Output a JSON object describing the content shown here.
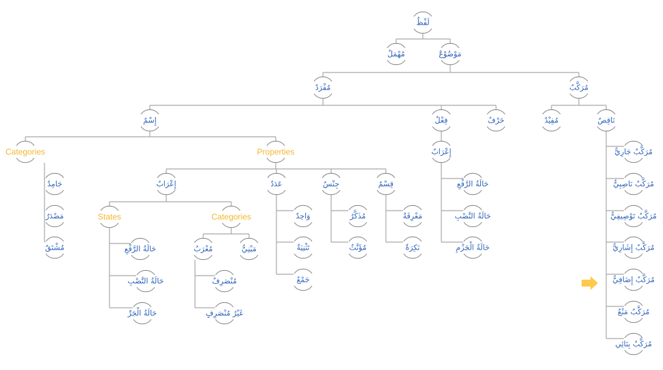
{
  "diagram": {
    "title": "لَفْظٌ",
    "colors": {
      "arabic_text": "#2e63b8",
      "english_text": "#f5b52e",
      "connector": "#a6a6a6",
      "arc": "#7f7f7f",
      "arrow": "#ffc94d"
    },
    "highlight_arrow": {
      "icon": "right-arrow-icon",
      "points_to": "n_idafi"
    },
    "nodes": [
      {
        "id": "root",
        "label": "لَفْظٌ",
        "lang": "ar",
        "parent": null
      },
      {
        "id": "muhmal",
        "label": "مُهْمَلٌ",
        "lang": "ar",
        "parent": "root"
      },
      {
        "id": "mawdu",
        "label": "مَوْضُوْعٌ",
        "lang": "ar",
        "parent": "root"
      },
      {
        "id": "mufrad",
        "label": "مُفْرَدٌ",
        "lang": "ar",
        "parent": "mawdu"
      },
      {
        "id": "murakkab",
        "label": "مُرَكَّبٌ",
        "lang": "ar",
        "parent": "mawdu"
      },
      {
        "id": "ism",
        "label": "إِسْمٌ",
        "lang": "ar",
        "parent": "mufrad"
      },
      {
        "id": "fil",
        "label": "فِعْلٌ",
        "lang": "ar",
        "parent": "mufrad"
      },
      {
        "id": "harf",
        "label": "حَرْفٌ",
        "lang": "ar",
        "parent": "mufrad"
      },
      {
        "id": "mufid",
        "label": "مُفِيْدٌ",
        "lang": "ar",
        "parent": "murakkab"
      },
      {
        "id": "naqis",
        "label": "نَاقِصٌ",
        "lang": "ar",
        "parent": "murakkab"
      },
      {
        "id": "ism_categories",
        "label": "Categories",
        "lang": "en",
        "parent": "ism"
      },
      {
        "id": "properties",
        "label": "Properties",
        "lang": "en",
        "parent": "ism"
      },
      {
        "id": "jamid",
        "label": "جَامِدٌ",
        "lang": "ar",
        "parent": "ism_categories"
      },
      {
        "id": "masdar",
        "label": "مَصْدَرٌ",
        "lang": "ar",
        "parent": "ism_categories"
      },
      {
        "id": "mushtaq",
        "label": "مُشْتَقٌ",
        "lang": "ar",
        "parent": "ism_categories"
      },
      {
        "id": "irab",
        "label": "إِعْرَابٌ",
        "lang": "ar",
        "parent": "properties"
      },
      {
        "id": "adad",
        "label": "عَدَدٌ",
        "lang": "ar",
        "parent": "properties"
      },
      {
        "id": "jins",
        "label": "جِنْسٌ",
        "lang": "ar",
        "parent": "properties"
      },
      {
        "id": "qism",
        "label": "قِسْمٌ",
        "lang": "ar",
        "parent": "properties"
      },
      {
        "id": "states",
        "label": "States",
        "lang": "en",
        "parent": "irab"
      },
      {
        "id": "irab_categories",
        "label": "Categories",
        "lang": "en",
        "parent": "irab"
      },
      {
        "id": "raf",
        "label": "حَالَةُ الرَّفْعِ",
        "lang": "ar",
        "parent": "states"
      },
      {
        "id": "nasb",
        "label": "حَالَةُ النَّصْبِ",
        "lang": "ar",
        "parent": "states"
      },
      {
        "id": "jarr",
        "label": "حَالَةُ الْجَرِّ",
        "lang": "ar",
        "parent": "states"
      },
      {
        "id": "murab",
        "label": "مُعْرَبٌ",
        "lang": "ar",
        "parent": "irab_categories"
      },
      {
        "id": "mabni",
        "label": "مَبْنِيٌّ",
        "lang": "ar",
        "parent": "irab_categories"
      },
      {
        "id": "munsarif",
        "label": "مُنْصَرِفٌ",
        "lang": "ar",
        "parent": "murab"
      },
      {
        "id": "ghayr_munsarif",
        "label": "غَيْرُ مُنْصَرِفٍ",
        "lang": "ar",
        "parent": "murab"
      },
      {
        "id": "wahid",
        "label": "وَاحِدٌ",
        "lang": "ar",
        "parent": "adad"
      },
      {
        "id": "tathniya",
        "label": "تَثْنِيَةٌ",
        "lang": "ar",
        "parent": "adad"
      },
      {
        "id": "jam",
        "label": "جَمْعٌ",
        "lang": "ar",
        "parent": "adad"
      },
      {
        "id": "mudhakkar",
        "label": "مُذَكَّرٌ",
        "lang": "ar",
        "parent": "jins"
      },
      {
        "id": "muannath",
        "label": "مُؤَنَّثٌ",
        "lang": "ar",
        "parent": "jins"
      },
      {
        "id": "marifa",
        "label": "مَعْرِفَةٌ",
        "lang": "ar",
        "parent": "qism"
      },
      {
        "id": "nakira",
        "label": "نَكِرَةٌ",
        "lang": "ar",
        "parent": "qism"
      },
      {
        "id": "fil_irab",
        "label": "إِعْرَابٌ",
        "lang": "ar",
        "parent": "fil"
      },
      {
        "id": "fil_raf",
        "label": "حَالَةُ الرَّفْعِ",
        "lang": "ar",
        "parent": "fil_irab"
      },
      {
        "id": "fil_nasb",
        "label": "حَالَةُ النَّصْبِ",
        "lang": "ar",
        "parent": "fil_irab"
      },
      {
        "id": "fil_jazm",
        "label": "حَالَةُ الْجَزْمِ",
        "lang": "ar",
        "parent": "fil_irab"
      },
      {
        "id": "n_jari",
        "label": "مُرَكَّبٌ جَارِيٌّ",
        "lang": "ar",
        "parent": "naqis"
      },
      {
        "id": "n_nasibi",
        "label": "مُرَكَّبٌ نَاصِبِيٌّ",
        "lang": "ar",
        "parent": "naqis"
      },
      {
        "id": "n_tawsifi",
        "label": "مُرَكَّبٌ تَوْصِيفِيٌّ",
        "lang": "ar",
        "parent": "naqis"
      },
      {
        "id": "n_ishari",
        "label": "مُرَكَّبٌ إِشَارِيٌّ",
        "lang": "ar",
        "parent": "naqis"
      },
      {
        "id": "n_idafi",
        "label": "مُرَكَّبٌ إِضَافِيٌّ",
        "lang": "ar",
        "parent": "naqis"
      },
      {
        "id": "n_mana",
        "label": "مُرَكَّبٌ مَنْعٌ",
        "lang": "ar",
        "parent": "naqis"
      },
      {
        "id": "n_binai",
        "label": "مُرَكَّبٌ بِنَائِي",
        "lang": "ar",
        "parent": "naqis"
      }
    ]
  }
}
